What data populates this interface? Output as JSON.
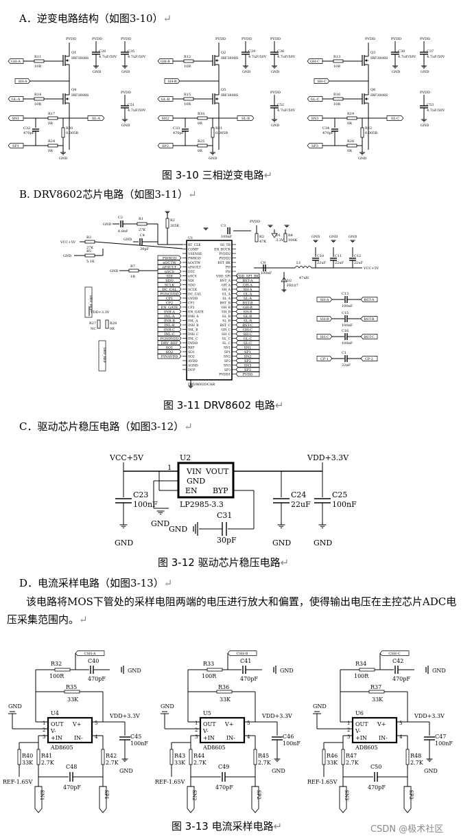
{
  "headings": {
    "a": "A．逆变电路结构（如图3-10）",
    "b": "B. DRV8602芯片电路（如图3-11）",
    "c": "C．驱动芯片稳压电路（如图3-12）",
    "d": "D．电流采样电路（如图3-13）"
  },
  "paragraph": "该电路将MOS下管处的采样电阻两端的电压进行放大和偏置，使得输出电压在主控芯片ADC电压采集范围内。",
  "captions": {
    "fig10": "图 3-10 三相逆变电路",
    "fig11": "图 3-11 DRV8602 电路",
    "fig12": "图 3-12 驱动芯片稳压电路",
    "fig13": "图 3-13 电流采样电路"
  },
  "return_mark": "↵",
  "watermark": "CSDN @极术社区",
  "inverter": {
    "phases": [
      {
        "gh": "GH-A",
        "sh": "SH-A",
        "gl": "GL-A",
        "sn": "SN1",
        "sp": "SP1",
        "sl": "SL-A",
        "rh": "R11",
        "rl": "R14",
        "rs": "R17",
        "rsn": "R24",
        "rc": "R20",
        "cs": "C32",
        "qh": "Q1",
        "ql": "Q4",
        "c1": "C28",
        "c2": "C35",
        "c3": "C51"
      },
      {
        "gh": "GH-B",
        "sh": "SH-B",
        "gl": "GL-B",
        "sn": "SN2",
        "sp": "SP2",
        "sl": "SL-B",
        "rh": "R12",
        "rl": "R15",
        "rs": "R18",
        "rsn": "R25",
        "rc": "R21",
        "cs": "C33",
        "qh": "Q2",
        "ql": "Q5",
        "c1": "C29",
        "c2": "C36",
        "c3": "C52"
      },
      {
        "gh": "GH-C",
        "sh": "SH-C",
        "gl": "GL-C",
        "sn": "SN3",
        "sp": "SP3",
        "sl": "SL-C",
        "rh": "R13",
        "rl": "R16",
        "rs": "R19",
        "rsn": "R26",
        "rc": "R22",
        "cs": "C34",
        "qh": "Q3",
        "ql": "Q6",
        "c1": "C30",
        "c2": "C37",
        "c3": "C53"
      }
    ],
    "mos": "IRF3808S",
    "r10": "10R",
    "r0": "0R",
    "rsense": "0.005R",
    "c470": "470pF",
    "ccap": "4.7uF/50V",
    "pvdd": "PVDD",
    "gnd": "GND"
  },
  "drv": {
    "chip": "DRV8602DCAR",
    "ref": "U1",
    "left_pins": [
      "RT_CLK",
      "COMP",
      "VSENSE",
      "PWRGD",
      "nOCTW",
      "nFAULT",
      "DTC",
      "nSCS",
      "SDI",
      "SDO",
      "SCLK",
      "DC_CAL",
      "GVDD",
      "CP1",
      "CP2",
      "EN_GATE",
      "INH_A",
      "INL_A",
      "INH_B",
      "INL_B",
      "INH_C",
      "INL_C",
      "DVDD",
      "REF",
      "SO1",
      "SO2",
      "AVDD",
      "AGND",
      "DUP"
    ],
    "right_pins": [
      "SS_TR",
      "EN_BUCK",
      "PVDD2",
      "PVDD2",
      "BST_BK",
      "PH",
      "PH",
      "VDD_SPI",
      "BST_A",
      "GH_A",
      "SH_A",
      "GL_A",
      "SL_A",
      "BST_B",
      "GH_B",
      "SH_B",
      "GL_B",
      "SL_B",
      "BST_C",
      "GH_C",
      "SH_C",
      "GL_C",
      "SL_C",
      "SN1",
      "SP1",
      "SN2",
      "SP2",
      "SN3",
      "SP3",
      "PVDD1"
    ],
    "left_nets": [
      "PWRGD",
      "nOCTW",
      "nFAULT",
      "nSCS",
      "SDI",
      "SDO",
      "SCLK",
      "DC_CAL",
      "PGNGVDD",
      "CP1",
      "CP2",
      "EN_GATE",
      "INH-A",
      "INL-A",
      "INH-B",
      "INL-B",
      "INH-C",
      "INL-C",
      "PGNDVDD",
      "DRV_REF",
      "SO1",
      "SO2",
      "PINAVDD"
    ],
    "right_nets": [
      "VDD_SPI_BK",
      "BST-A",
      "GH-A",
      "SH-A",
      "GL-A",
      "SL-A",
      "BST-B",
      "GH-B",
      "SH-B",
      "GL-B",
      "SL-B",
      "BST-C",
      "GH-C",
      "SH-C",
      "GL-C",
      "SL-C",
      "SN1",
      "SP1",
      "SN2",
      "SP2",
      "SN3",
      "SP3",
      "PVDD"
    ],
    "parts": {
      "c2": "C2",
      "c2v": "6.8nF",
      "r1": "R1",
      "r1v": "27K",
      "r2": "R2",
      "r2v": "205K",
      "c4": "C4",
      "c4v": "39pF",
      "r3": "R3",
      "r3v": "27K",
      "r5": "R5",
      "r5v": "5.1K",
      "r7": "R7",
      "r7v": "1R",
      "c3": "C3",
      "c3v": "100nF",
      "c9": "C9",
      "c9v": "100nF",
      "l1": "L1",
      "l1v": "47uH",
      "d2": "D2",
      "d2v": "FR107",
      "r4": "R4",
      "r4v": "100K",
      "r3b": "R3",
      "r3bv": "47K",
      "d1": "D1",
      "d1v": "3.3V",
      "c10": "C10",
      "c11": "C11",
      "c12": "C12",
      "c22u": "22uF",
      "vcc5": "VCC+5V",
      "vdd33": "VDD+3.3V",
      "r27": "R27",
      "r28": "R28",
      "nc": "NC",
      "zero": "0R",
      "drvref": "DRV_REF",
      "c13": "C13",
      "c15": "C15",
      "c16": "C16",
      "c1": "C1",
      "c100n": "100nF",
      "c22n": "22nF",
      "cp1": "CP-1",
      "cp2": "CP-2",
      "gnd": "GND",
      "pvdd": "PVDD"
    }
  },
  "reg": {
    "vin_label": "VCC+5V",
    "vout_label": "VDD+3.3V",
    "chip_ref": "U2",
    "chip": "LP2985-3.3",
    "pin_vin": "VIN",
    "pin_vout": "VOUT",
    "pin_gnd": "GND",
    "pin_en": "EN",
    "pin_byp": "BYP",
    "pin1": "1",
    "c23": "C23",
    "c23v": "100nF",
    "c24": "C24",
    "c24v": "22uF",
    "c25": "C25",
    "c25v": "100nF",
    "c31": "C31",
    "c31v": "30pF",
    "gnd": "GND"
  },
  "amps": [
    {
      "csh": "CSH-A",
      "r32": "R32",
      "r35": "R35",
      "c40": "C40",
      "u": "U4",
      "r40": "R40",
      "r41": "R41",
      "r42": "R42",
      "c45": "C45",
      "c48": "C48",
      "sn": "SN1",
      "sp": "SP1"
    },
    {
      "csh": "CSH-B",
      "r32": "R33",
      "r35": "R36",
      "c40": "C41",
      "u": "U5",
      "r40": "R43",
      "r41": "R44",
      "r42": "R45",
      "c45": "C46",
      "c48": "C49",
      "sn": "SN2",
      "sp": "SP2"
    },
    {
      "csh": "CSH-C",
      "r32": "R34",
      "r35": "R37",
      "c40": "C42",
      "u": "U6",
      "r40": "R46",
      "r41": "R47",
      "r42": "R48",
      "c45": "C47",
      "c48": "C50",
      "sn": "SN3",
      "sp": "SP3"
    }
  ],
  "amp_common": {
    "r100": "100R",
    "r33k": "33K",
    "r27k": "2.7K",
    "c470": "470pF",
    "c100n": "100nF",
    "chip": "AD8605",
    "vdd": "VDD+3.3V",
    "ref": "REF-1.65V",
    "gnd": "GND",
    "out": "OUT",
    "vp": "V+",
    "vm": "V-",
    "inp": "+IN",
    "inm": "IN-"
  }
}
